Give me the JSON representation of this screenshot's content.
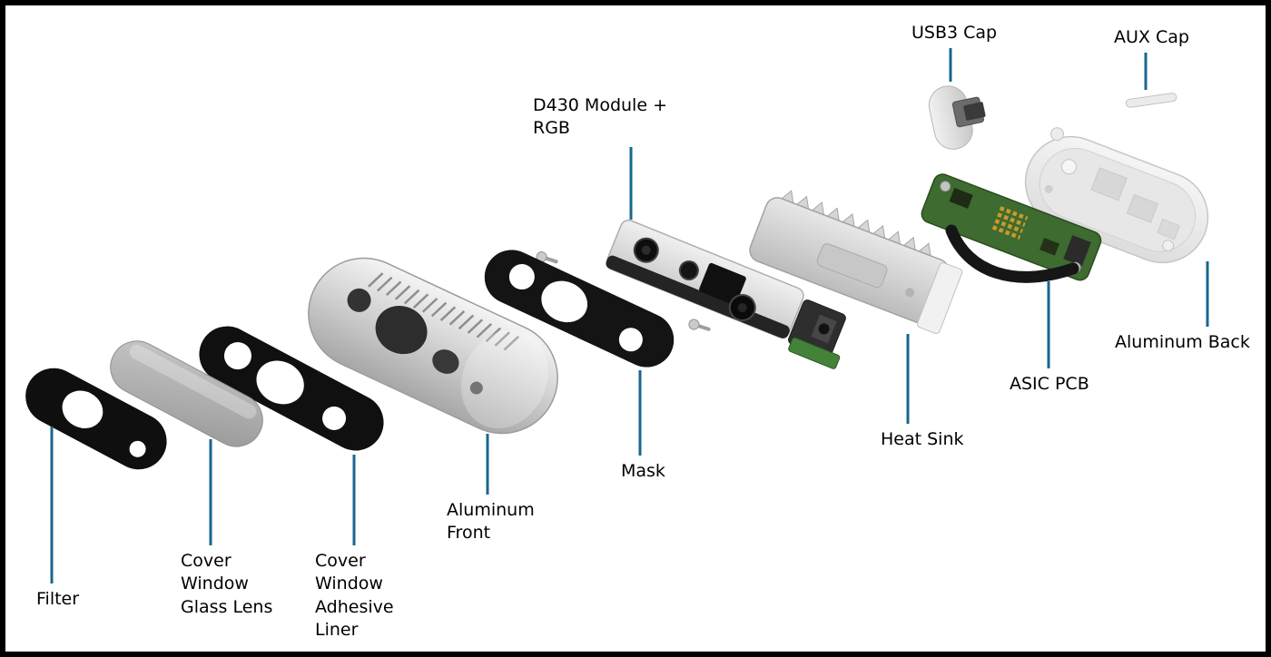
{
  "colors": {
    "leader_line": "#17678f",
    "label_text": "#000000",
    "background": "#ffffff",
    "border": "#000000"
  },
  "components": [
    {
      "id": "filter",
      "label": "Filter"
    },
    {
      "id": "cover-window-glass-lens",
      "label": "Cover\nWindow\nGlass Lens"
    },
    {
      "id": "cover-window-adhesive-liner",
      "label": "Cover\nWindow\nAdhesive\nLiner"
    },
    {
      "id": "aluminum-front",
      "label": "Aluminum\nFront"
    },
    {
      "id": "mask",
      "label": "Mask"
    },
    {
      "id": "d430-module-rgb",
      "label": "D430 Module +\nRGB"
    },
    {
      "id": "heat-sink",
      "label": "Heat Sink"
    },
    {
      "id": "usb3-cap",
      "label": "USB3 Cap"
    },
    {
      "id": "aux-cap",
      "label": "AUX Cap"
    },
    {
      "id": "asic-pcb",
      "label": "ASIC PCB"
    },
    {
      "id": "aluminum-back",
      "label": "Aluminum Back"
    }
  ]
}
